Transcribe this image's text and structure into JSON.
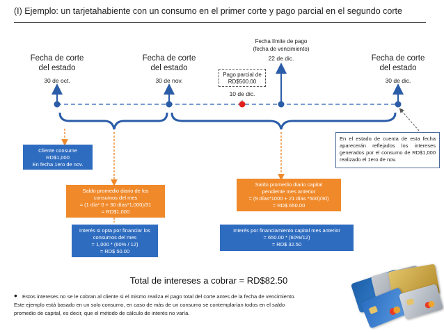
{
  "title": "(I) Ejemplo: un tarjetahabiente con un consumo en el primer corte y pago parcial en el segundo corte",
  "timeline": {
    "cut1": {
      "label": "Fecha de corte\ndel estado",
      "date": "30 de oct."
    },
    "cut2": {
      "label": "Fecha de corte\ndel estado",
      "date": "30 de nov."
    },
    "due": {
      "label": "Fecha límite de pago\n(fecha de vencimiento)",
      "date": "22 de dic."
    },
    "payment": {
      "label": "Pago parcial de\nRD$500.00",
      "date": "10 de dic."
    },
    "cut3": {
      "label": "Fecha de corte\ndel estado",
      "date": "30 de dic."
    }
  },
  "boxes": {
    "consumption": "Cliente consume\nRD$1,000\nEn fecha 1ero de nov.",
    "avg_balance_1": "Saldo promedio diario de los\nconsumos del mes\n= (1 día* 0 + 30 días*1,000)/31\n= RD$1,000",
    "interest_1": "Interés si opta por financiar los\nconsumos del mes\n= 1,000 * (60% / 12)\n= RD$ 50.00",
    "avg_balance_2": "Saldo promedio diario capital\npendiente mes anterior\n= (9 días*1000 + 21 días *500)/30)\n= RD$ 650.00",
    "interest_2": "Interés por financiamiento capital mes anterior\n= 650.00 * (60%/12)\n= RD$ 32.50",
    "note": "En el estado de cuenta de esta fecha aparecerán reflejados los intereses generados por el consumo de RD$1,000 realizado el 1ero de nov."
  },
  "total": "Total de intereses a cobrar = RD$82.50",
  "footnote": {
    "bullet": "•",
    "line1": "Estos intereses no se le cobran al cliente si el mismo realiza el pago total del corte antes de la fecha de vencimiento.",
    "line2": "Este ejemplo está basado en un solo consumo, en caso de más de un consumo se contemplarían todos en el saldo",
    "line3": "promedio de capital, es decir, que el método de cálculo de interés no varía."
  },
  "colors": {
    "timeline": "#2a5ca8",
    "dashed_line": "#4a7cc0",
    "payment_dot": "#e0201c",
    "orange": "#f0892a",
    "blue_box": "#2e6cc0"
  },
  "image": {
    "icon": "credit-cards-image"
  }
}
